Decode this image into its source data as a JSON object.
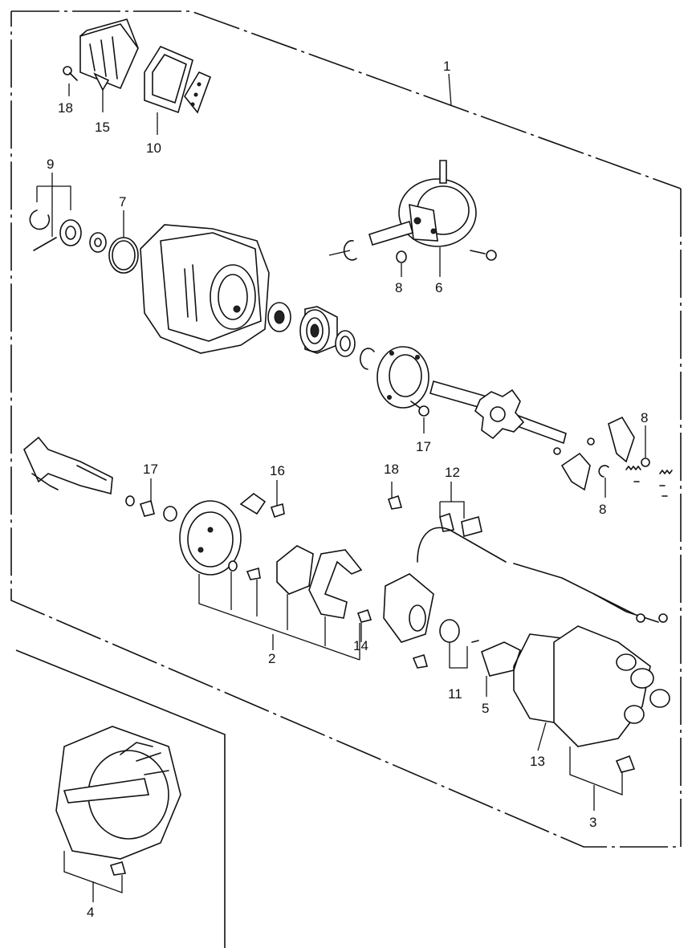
{
  "callouts": [
    {
      "id": "1",
      "label": "1"
    },
    {
      "id": "2",
      "label": "2"
    },
    {
      "id": "3",
      "label": "3"
    },
    {
      "id": "4",
      "label": "4"
    },
    {
      "id": "5",
      "label": "5"
    },
    {
      "id": "6",
      "label": "6"
    },
    {
      "id": "7",
      "label": "7"
    },
    {
      "id": "8a",
      "label": "8"
    },
    {
      "id": "8b",
      "label": "8"
    },
    {
      "id": "8c",
      "label": "8"
    },
    {
      "id": "9",
      "label": "9"
    },
    {
      "id": "10",
      "label": "10"
    },
    {
      "id": "11",
      "label": "11"
    },
    {
      "id": "12",
      "label": "12"
    },
    {
      "id": "13",
      "label": "13"
    },
    {
      "id": "14",
      "label": "14"
    },
    {
      "id": "15",
      "label": "15"
    },
    {
      "id": "16",
      "label": "16"
    },
    {
      "id": "17a",
      "label": "17"
    },
    {
      "id": "17b",
      "label": "17"
    },
    {
      "id": "18a",
      "label": "18"
    },
    {
      "id": "18b",
      "label": "18"
    }
  ]
}
